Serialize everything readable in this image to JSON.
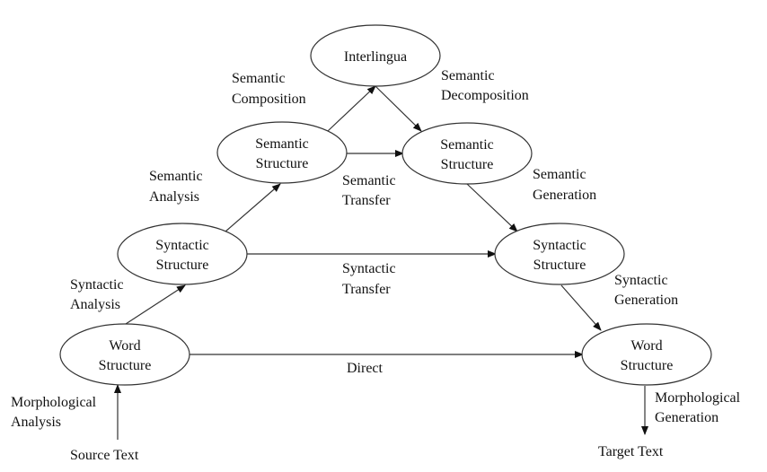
{
  "nodes": {
    "interlingua": {
      "line1": "Interlingua"
    },
    "semantic_structure_source": {
      "line1": "Semantic",
      "line2": "Structure"
    },
    "semantic_structure_target": {
      "line1": "Semantic",
      "line2": "Structure"
    },
    "syntactic_structure_source": {
      "line1": "Syntactic",
      "line2": "Structure"
    },
    "syntactic_structure_target": {
      "line1": "Syntactic",
      "line2": "Structure"
    },
    "word_structure_source": {
      "line1": "Word",
      "line2": "Structure"
    },
    "word_structure_target": {
      "line1": "Word",
      "line2": "Structure"
    }
  },
  "edges": {
    "semantic_composition": {
      "line1": "Semantic",
      "line2": "Composition"
    },
    "semantic_decomposition": {
      "line1": "Semantic",
      "line2": "Decomposition"
    },
    "semantic_analysis": {
      "line1": "Semantic",
      "line2": "Analysis"
    },
    "semantic_transfer": {
      "line1": "Semantic",
      "line2": "Transfer"
    },
    "semantic_generation": {
      "line1": "Semantic",
      "line2": "Generation"
    },
    "syntactic_analysis": {
      "line1": "Syntactic",
      "line2": "Analysis"
    },
    "syntactic_transfer": {
      "line1": "Syntactic",
      "line2": "Transfer"
    },
    "syntactic_generation": {
      "line1": "Syntactic",
      "line2": "Generation"
    },
    "direct": {
      "line1": "Direct"
    },
    "morphological_analysis": {
      "line1": "Morphological",
      "line2": "Analysis"
    },
    "morphological_generation": {
      "line1": "Morphological",
      "line2": "Generation"
    }
  },
  "endpoints": {
    "source_text": "Source Text",
    "target_text": "Target Text"
  }
}
